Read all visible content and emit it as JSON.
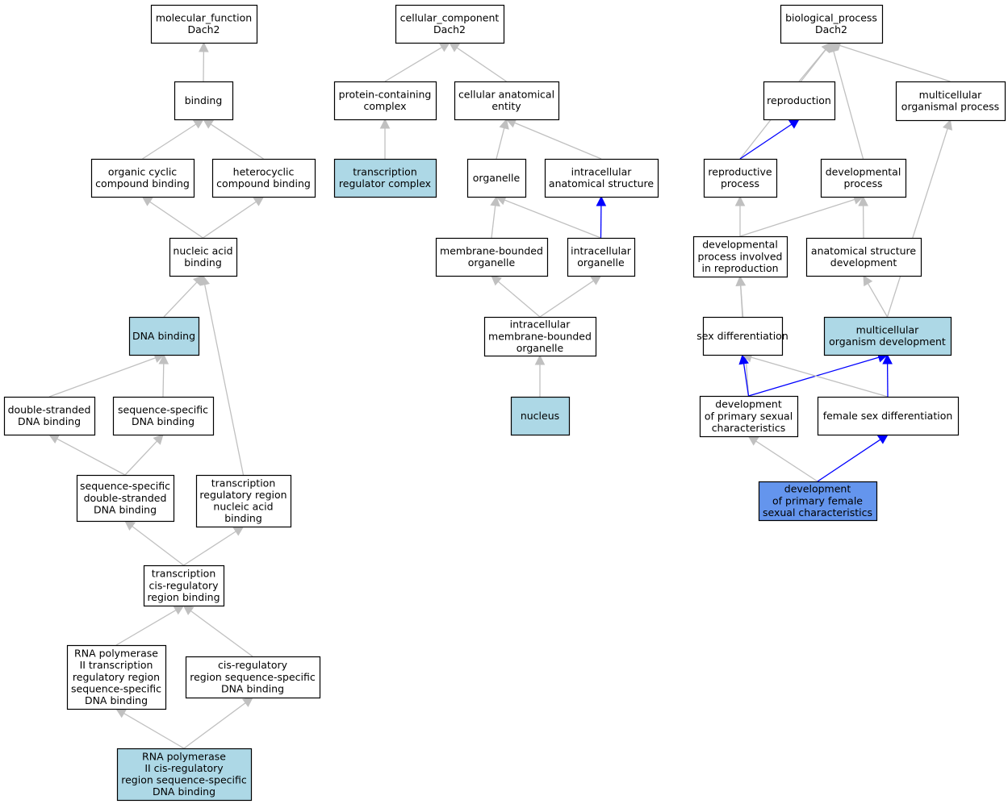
{
  "colors": {
    "plain": "#ffffff",
    "highlight": "#add8e6",
    "query": "#6495ed",
    "edge_grey": "#c0c0c0",
    "edge_blue": "#0000ff"
  },
  "nodes": [
    {
      "id": "mf",
      "lines": [
        "molecular_function",
        "Dach2"
      ],
      "style": "plain"
    },
    {
      "id": "binding",
      "lines": [
        "binding"
      ],
      "style": "plain"
    },
    {
      "id": "organic_cyclic",
      "lines": [
        "organic cyclic",
        "compound binding"
      ],
      "style": "plain"
    },
    {
      "id": "heterocyclic",
      "lines": [
        "heterocyclic",
        "compound binding"
      ],
      "style": "plain"
    },
    {
      "id": "nucleic_acid",
      "lines": [
        "nucleic acid",
        "binding"
      ],
      "style": "plain"
    },
    {
      "id": "dna_binding",
      "lines": [
        "DNA binding"
      ],
      "style": "highlight"
    },
    {
      "id": "ds_dna",
      "lines": [
        "double-stranded",
        "DNA binding"
      ],
      "style": "plain"
    },
    {
      "id": "ss_dna",
      "lines": [
        "sequence-specific",
        "DNA binding"
      ],
      "style": "plain"
    },
    {
      "id": "ss_ds_dna",
      "lines": [
        "sequence-specific",
        "double-stranded",
        "DNA binding"
      ],
      "style": "plain"
    },
    {
      "id": "trr_na",
      "lines": [
        "transcription",
        "regulatory region",
        "nucleic acid",
        "binding"
      ],
      "style": "plain"
    },
    {
      "id": "tcis",
      "lines": [
        "transcription",
        "cis-regulatory",
        "region binding"
      ],
      "style": "plain"
    },
    {
      "id": "rnap_trr",
      "lines": [
        "RNA polymerase",
        "II transcription",
        "regulatory region",
        "sequence-specific",
        "DNA binding"
      ],
      "style": "plain"
    },
    {
      "id": "cis_ss",
      "lines": [
        "cis-regulatory",
        "region sequence-specific",
        "DNA binding"
      ],
      "style": "plain"
    },
    {
      "id": "rnap_cis",
      "lines": [
        "RNA polymerase",
        "II cis-regulatory",
        "region sequence-specific",
        "DNA binding"
      ],
      "style": "highlight"
    },
    {
      "id": "cc",
      "lines": [
        "cellular_component",
        "Dach2"
      ],
      "style": "plain"
    },
    {
      "id": "pcc",
      "lines": [
        "protein-containing",
        "complex"
      ],
      "style": "plain"
    },
    {
      "id": "cae",
      "lines": [
        "cellular anatomical",
        "entity"
      ],
      "style": "plain"
    },
    {
      "id": "trc",
      "lines": [
        "transcription",
        "regulator complex"
      ],
      "style": "highlight"
    },
    {
      "id": "organelle",
      "lines": [
        "organelle"
      ],
      "style": "plain"
    },
    {
      "id": "ias",
      "lines": [
        "intracellular",
        "anatomical structure"
      ],
      "style": "plain"
    },
    {
      "id": "mbo",
      "lines": [
        "membrane-bounded",
        "organelle"
      ],
      "style": "plain"
    },
    {
      "id": "io",
      "lines": [
        "intracellular",
        "organelle"
      ],
      "style": "plain"
    },
    {
      "id": "imbo",
      "lines": [
        "intracellular",
        "membrane-bounded",
        "organelle"
      ],
      "style": "plain"
    },
    {
      "id": "nucleus",
      "lines": [
        "nucleus"
      ],
      "style": "highlight"
    },
    {
      "id": "bp",
      "lines": [
        "biological_process",
        "Dach2"
      ],
      "style": "plain"
    },
    {
      "id": "reproduction",
      "lines": [
        "reproduction"
      ],
      "style": "plain"
    },
    {
      "id": "mop",
      "lines": [
        "multicellular",
        "organismal process"
      ],
      "style": "plain"
    },
    {
      "id": "rp",
      "lines": [
        "reproductive",
        "process"
      ],
      "style": "plain"
    },
    {
      "id": "dp",
      "lines": [
        "developmental",
        "process"
      ],
      "style": "plain"
    },
    {
      "id": "dpir",
      "lines": [
        "developmental",
        "process involved",
        "in reproduction"
      ],
      "style": "plain"
    },
    {
      "id": "asd",
      "lines": [
        "anatomical structure",
        "development"
      ],
      "style": "plain"
    },
    {
      "id": "sexdiff",
      "lines": [
        "sex differentiation"
      ],
      "style": "plain"
    },
    {
      "id": "mod",
      "lines": [
        "multicellular",
        "organism development"
      ],
      "style": "highlight"
    },
    {
      "id": "dpsc",
      "lines": [
        "development",
        "of primary sexual",
        "characteristics"
      ],
      "style": "plain"
    },
    {
      "id": "fsd",
      "lines": [
        "female sex differentiation"
      ],
      "style": "plain"
    },
    {
      "id": "dpfsc",
      "lines": [
        "development",
        "of primary female",
        "sexual characteristics"
      ],
      "style": "query"
    }
  ],
  "edges": [
    {
      "from": "binding",
      "to": "mf",
      "kind": "grey"
    },
    {
      "from": "organic_cyclic",
      "to": "binding",
      "kind": "grey"
    },
    {
      "from": "heterocyclic",
      "to": "binding",
      "kind": "grey"
    },
    {
      "from": "nucleic_acid",
      "to": "organic_cyclic",
      "kind": "grey"
    },
    {
      "from": "nucleic_acid",
      "to": "heterocyclic",
      "kind": "grey"
    },
    {
      "from": "dna_binding",
      "to": "nucleic_acid",
      "kind": "grey"
    },
    {
      "from": "ds_dna",
      "to": "dna_binding",
      "kind": "grey"
    },
    {
      "from": "ss_dna",
      "to": "dna_binding",
      "kind": "grey"
    },
    {
      "from": "ss_ds_dna",
      "to": "ds_dna",
      "kind": "grey"
    },
    {
      "from": "ss_ds_dna",
      "to": "ss_dna",
      "kind": "grey"
    },
    {
      "from": "trr_na",
      "to": "nucleic_acid",
      "kind": "grey"
    },
    {
      "from": "tcis",
      "to": "ss_ds_dna",
      "kind": "grey"
    },
    {
      "from": "tcis",
      "to": "trr_na",
      "kind": "grey"
    },
    {
      "from": "rnap_trr",
      "to": "tcis",
      "kind": "grey"
    },
    {
      "from": "cis_ss",
      "to": "tcis",
      "kind": "grey"
    },
    {
      "from": "rnap_cis",
      "to": "rnap_trr",
      "kind": "grey"
    },
    {
      "from": "rnap_cis",
      "to": "cis_ss",
      "kind": "grey"
    },
    {
      "from": "pcc",
      "to": "cc",
      "kind": "grey"
    },
    {
      "from": "cae",
      "to": "cc",
      "kind": "grey"
    },
    {
      "from": "trc",
      "to": "pcc",
      "kind": "grey"
    },
    {
      "from": "organelle",
      "to": "cae",
      "kind": "grey"
    },
    {
      "from": "ias",
      "to": "cae",
      "kind": "grey"
    },
    {
      "from": "mbo",
      "to": "organelle",
      "kind": "grey"
    },
    {
      "from": "io",
      "to": "organelle",
      "kind": "grey"
    },
    {
      "from": "io",
      "to": "ias",
      "kind": "blue"
    },
    {
      "from": "imbo",
      "to": "mbo",
      "kind": "grey"
    },
    {
      "from": "imbo",
      "to": "io",
      "kind": "grey"
    },
    {
      "from": "nucleus",
      "to": "imbo",
      "kind": "grey"
    },
    {
      "from": "reproduction",
      "to": "bp",
      "kind": "grey"
    },
    {
      "from": "mop",
      "to": "bp",
      "kind": "grey"
    },
    {
      "from": "rp",
      "to": "bp",
      "kind": "grey"
    },
    {
      "from": "dp",
      "to": "bp",
      "kind": "grey"
    },
    {
      "from": "rp",
      "to": "reproduction",
      "kind": "blue"
    },
    {
      "from": "dpir",
      "to": "rp",
      "kind": "grey"
    },
    {
      "from": "dpir",
      "to": "dp",
      "kind": "grey"
    },
    {
      "from": "asd",
      "to": "dp",
      "kind": "grey"
    },
    {
      "from": "sexdiff",
      "to": "dpir",
      "kind": "grey"
    },
    {
      "from": "mod",
      "to": "asd",
      "kind": "grey"
    },
    {
      "from": "mod",
      "to": "mop",
      "kind": "grey"
    },
    {
      "from": "dpsc",
      "to": "dpir",
      "kind": "grey"
    },
    {
      "from": "dpsc",
      "to": "sexdiff",
      "kind": "blue"
    },
    {
      "from": "dpsc",
      "to": "mod",
      "kind": "blue"
    },
    {
      "from": "fsd",
      "to": "sexdiff",
      "kind": "grey"
    },
    {
      "from": "fsd",
      "to": "mod",
      "kind": "blue"
    },
    {
      "from": "dpfsc",
      "to": "dpsc",
      "kind": "grey"
    },
    {
      "from": "dpfsc",
      "to": "fsd",
      "kind": "blue"
    }
  ]
}
